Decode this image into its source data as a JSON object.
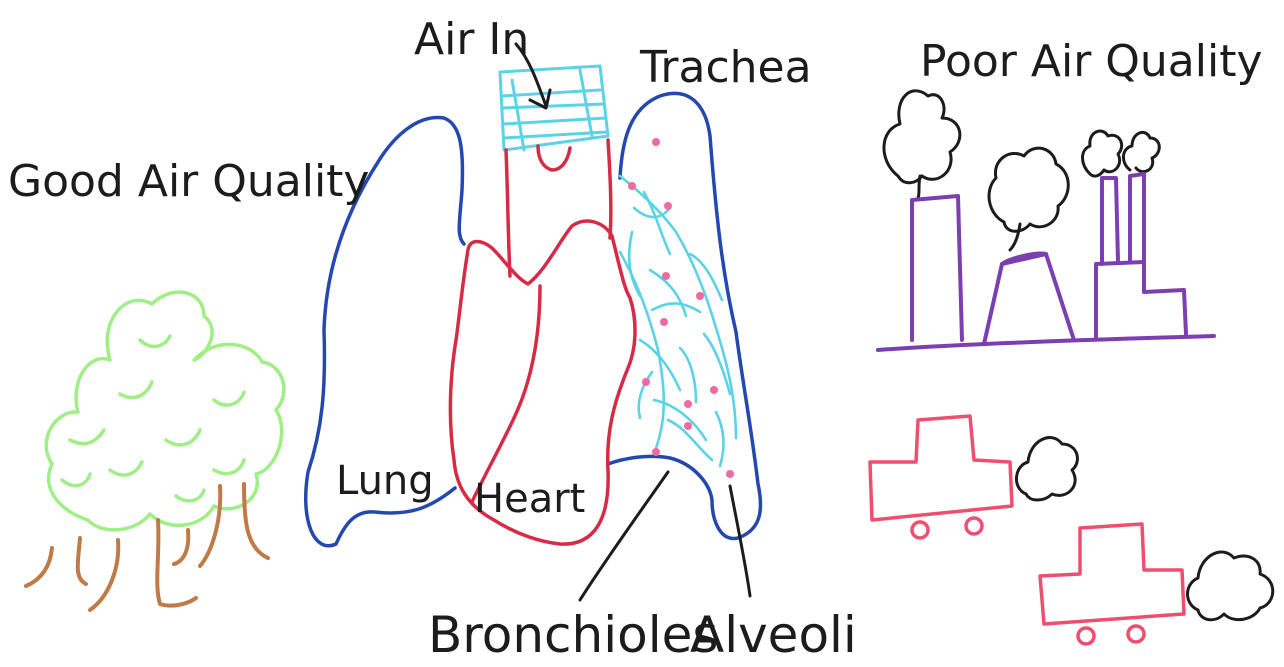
{
  "labels": {
    "air_in": "Air In",
    "trachea": "Trachea",
    "good_air_quality": "Good Air Quality",
    "poor_air_quality": "Poor Air Quality",
    "lung": "Lung",
    "heart": "Heart",
    "bronchioles": "Bronchioles",
    "alveoli": "Alveoli"
  },
  "colors": {
    "lung_outline": "#2448b0",
    "heart_trachea": "#d62b46",
    "airways": "#5cd2e6",
    "alveoli_dots": "#f06aa0",
    "ink": "#1c1c1c",
    "tree_canopy": "#9fee86",
    "tree_trunks": "#c07a48",
    "factory": "#7b3fb0",
    "cars": "#ee4f6e"
  }
}
